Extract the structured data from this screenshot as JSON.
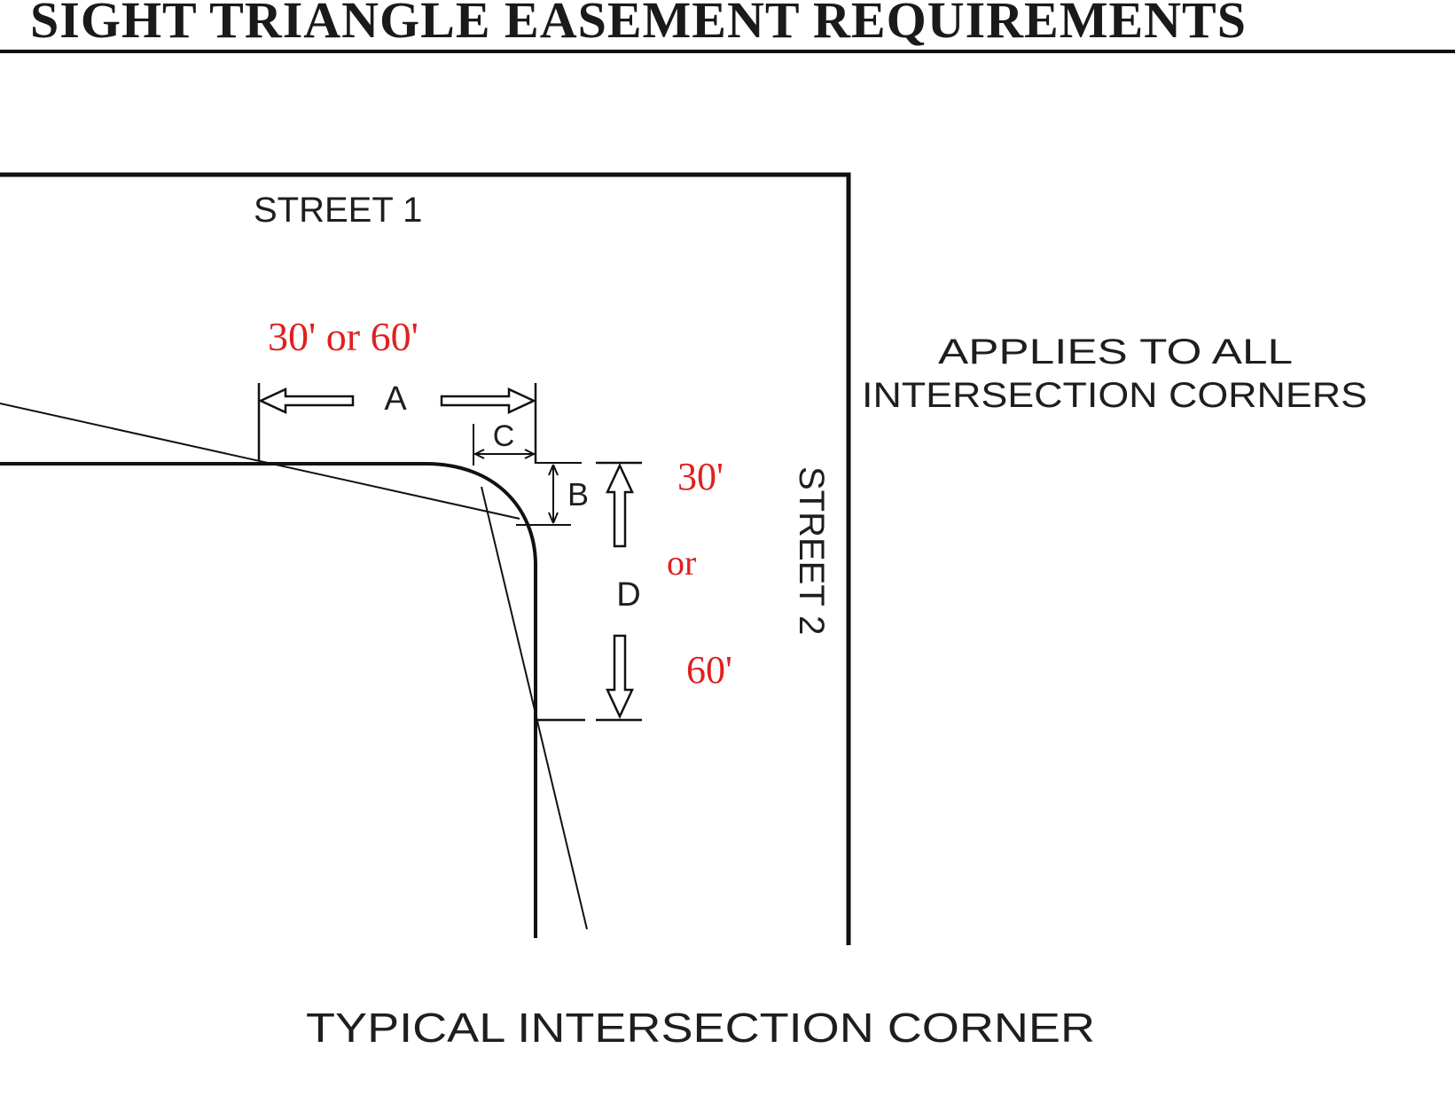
{
  "title": "SIGHT TRIANGLE EASEMENT REQUIREMENTS",
  "labels": {
    "street1": "STREET 1",
    "street2": "STREET 2",
    "applies_line1": "APPLIES TO ALL",
    "applies_line2": "INTERSECTION CORNERS",
    "caption": "TYPICAL INTERSECTION CORNER",
    "dim_a": "A",
    "dim_b": "B",
    "dim_c": "C",
    "dim_d": "D"
  },
  "red_notes": {
    "a_value": "30' or 60'",
    "d_top": "30'",
    "d_or": "or",
    "d_bottom": "60'"
  },
  "colors": {
    "ink": "#111111",
    "note_red": "#e02020"
  }
}
